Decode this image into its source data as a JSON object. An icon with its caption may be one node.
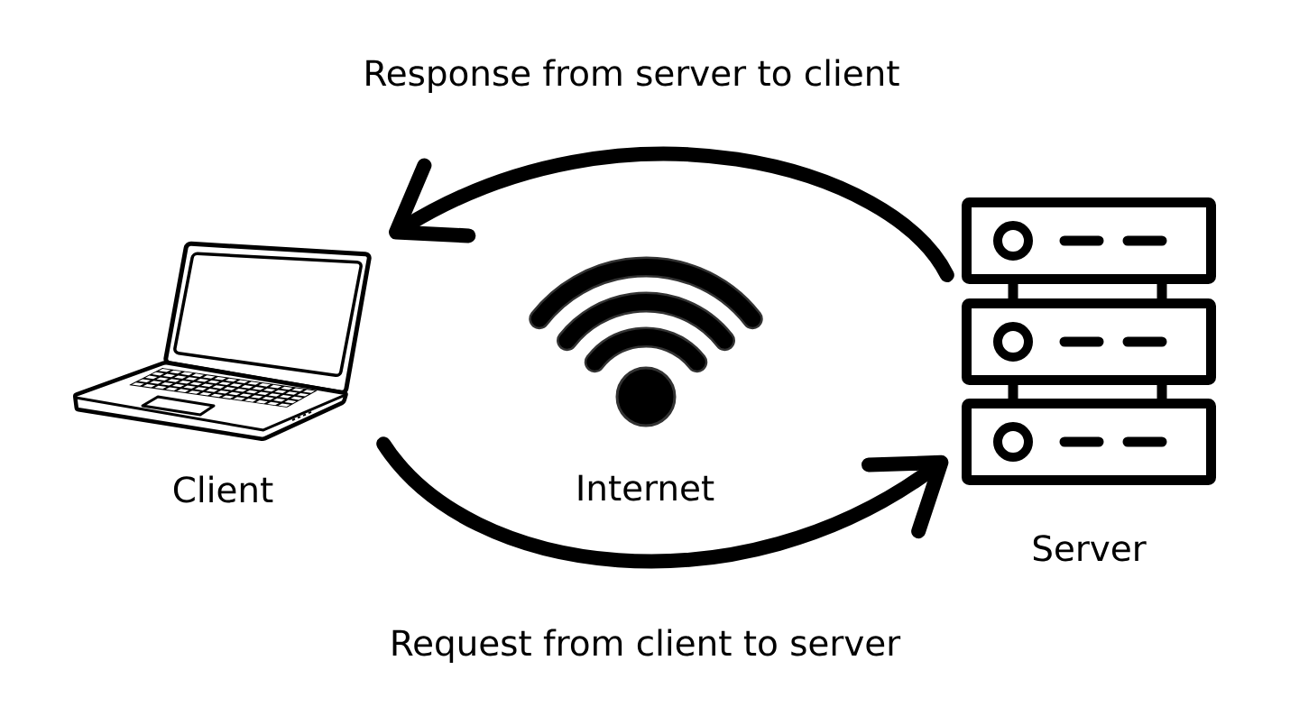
{
  "diagram": {
    "nodes": [
      {
        "text": [],
        "shape": "picture",
        "beside": [
          "Client"
        ]
      },
      {
        "text": [],
        "shape": "picture",
        "beside": [
          "Internet"
        ]
      },
      {
        "text": [],
        "shape": "picture",
        "beside": [
          "Server"
        ]
      }
    ],
    "edges": [
      {
        "from": 2,
        "to": 0,
        "arrow": "to",
        "label": "Response from server to client"
      },
      {
        "from": 0,
        "to": 2,
        "arrow": "to",
        "label": "Request from client to server"
      }
    ]
  }
}
